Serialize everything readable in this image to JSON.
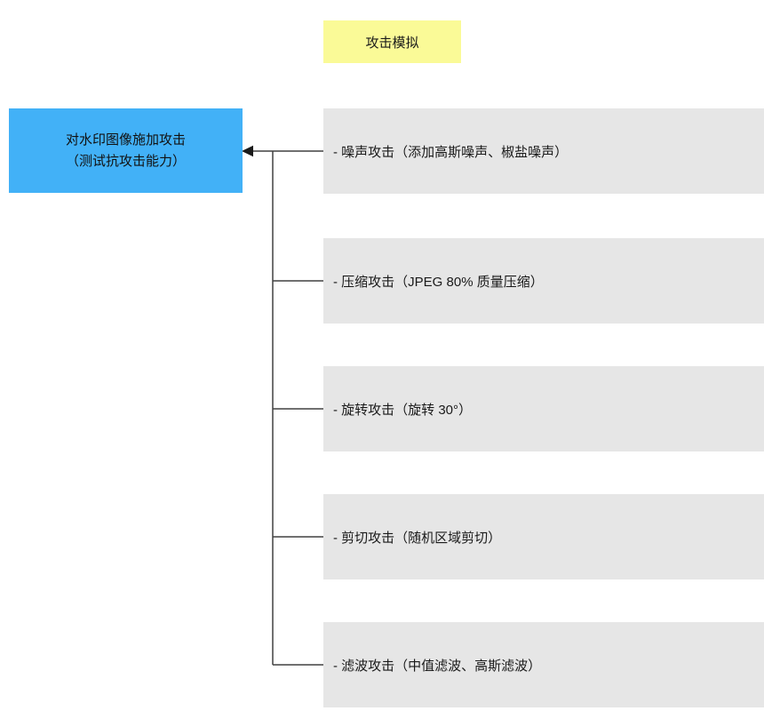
{
  "diagram": {
    "header": {
      "label": "攻击模拟"
    },
    "target": {
      "line1": "对水印图像施加攻击",
      "line2": "（测试抗攻击能力）"
    },
    "attacks": [
      {
        "label": "- 噪声攻击（添加高斯噪声、椒盐噪声）"
      },
      {
        "label": "- 压缩攻击（JPEG 80% 质量压缩）"
      },
      {
        "label": "- 旋转攻击（旋转 30°）"
      },
      {
        "label": "- 剪切攻击（随机区域剪切）"
      },
      {
        "label": "- 滤波攻击（中值滤波、高斯滤波）"
      }
    ],
    "colors": {
      "header_bg": "#FAFA97",
      "target_bg": "#42B1F7",
      "attack_bg": "#E6E6E6",
      "line": "#404040",
      "text": "#1a1a1a"
    }
  }
}
